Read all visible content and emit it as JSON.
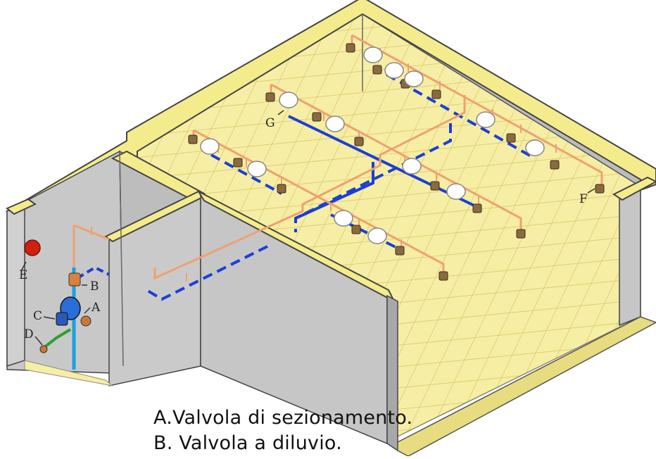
{
  "labels": {
    "A": "A",
    "B": "B",
    "C": "C",
    "D": "D",
    "E": "E",
    "F": "F",
    "G": "G"
  },
  "captions": {
    "a": "A.Valvola di sezionamento.",
    "b": "B. Valvola a diluvio."
  },
  "colors": {
    "wall": "#c8c8c8",
    "wall_top": "#f4ec8c",
    "floor": "#f6eea4",
    "pipe_water": "#f0a070",
    "pipe_detection": "#1a3fd8",
    "sprinkler": "#8a6a40",
    "detector": "#ffffff",
    "alarm": "#d02010"
  }
}
